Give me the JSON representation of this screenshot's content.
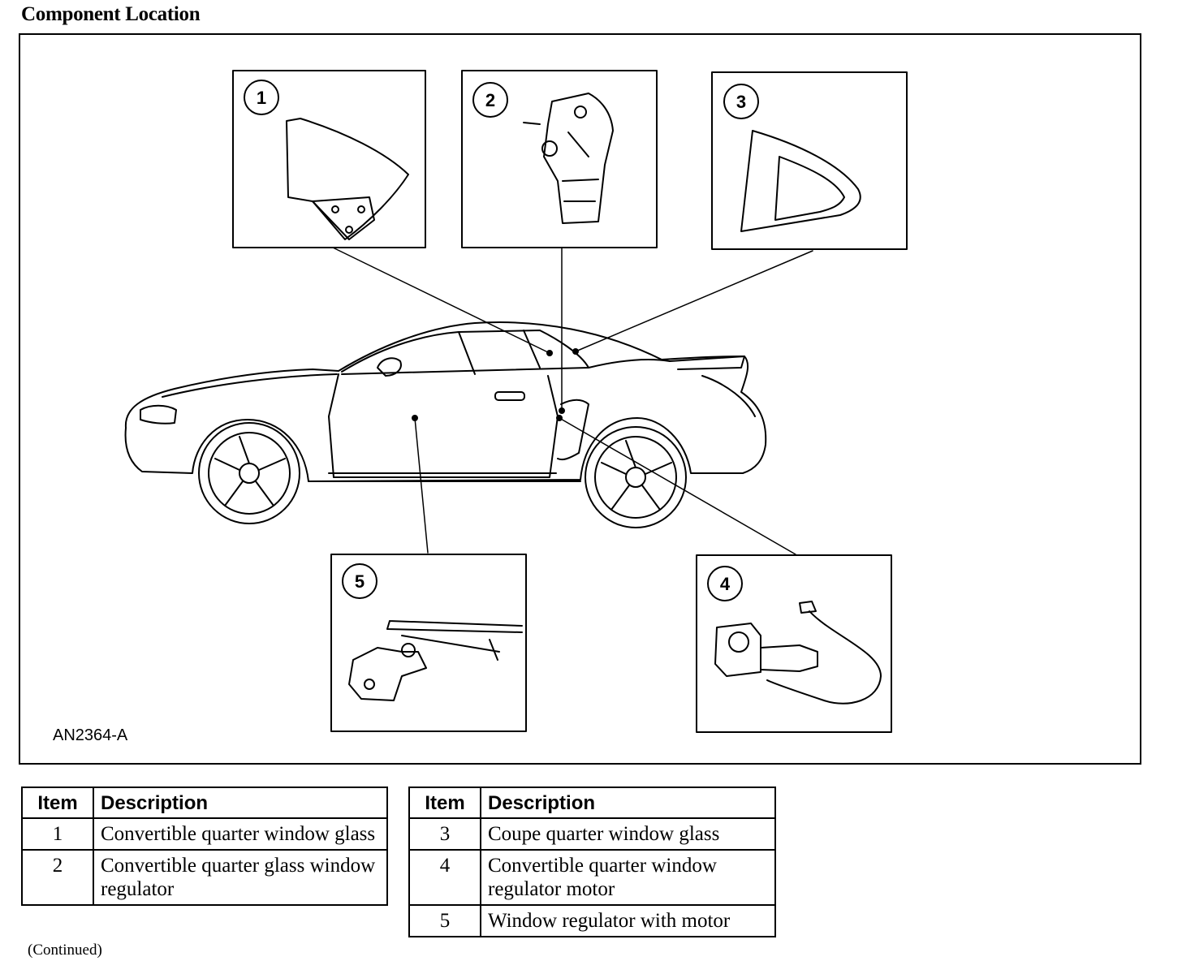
{
  "title": "Component Location",
  "figure": {
    "code": "AN2364-A",
    "callouts": [
      "1",
      "2",
      "3",
      "4",
      "5"
    ]
  },
  "table_left": {
    "headers": [
      "Item",
      "Description"
    ],
    "rows": [
      {
        "item": "1",
        "description": "Convertible quarter window glass"
      },
      {
        "item": "2",
        "description": "Convertible quarter glass window regulator"
      }
    ]
  },
  "table_right": {
    "headers": [
      "Item",
      "Description"
    ],
    "rows": [
      {
        "item": "3",
        "description": "Coupe quarter window glass"
      },
      {
        "item": "4",
        "description": "Convertible quarter window regulator motor"
      },
      {
        "item": "5",
        "description": "Window regulator with motor"
      }
    ]
  },
  "footer": {
    "continued": "(Continued)"
  }
}
